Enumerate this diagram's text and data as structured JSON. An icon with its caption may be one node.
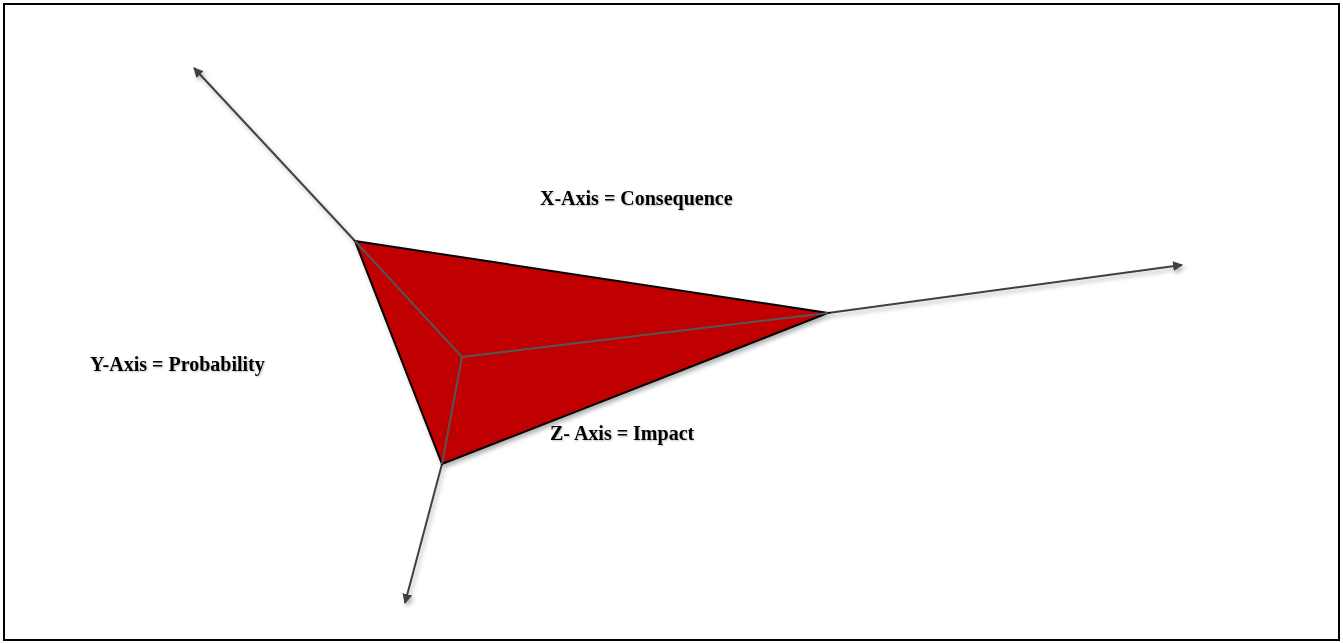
{
  "diagram": {
    "labels": [
      "X-Axis = Consequence",
      "Y-Axis = Probability",
      "Z- Axis = Impact"
    ]
  }
}
